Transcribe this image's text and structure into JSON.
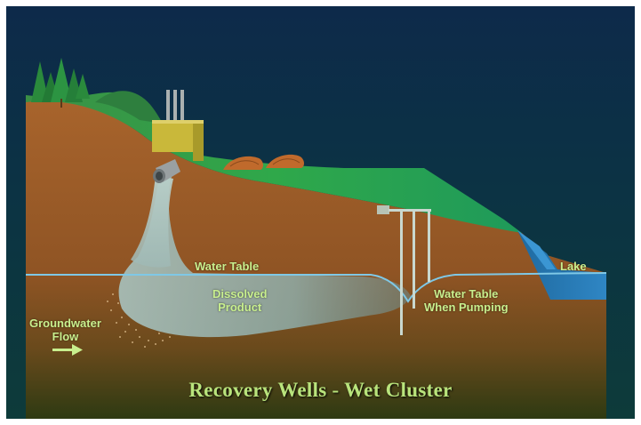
{
  "diagram": {
    "title": "Recovery Wells - Wet Cluster",
    "labels": {
      "water_table": "Water Table",
      "dissolved_product_line1": "Dissolved",
      "dissolved_product_line2": "Product",
      "water_table_pumping_line1": "Water Table",
      "water_table_pumping_line2": "When Pumping",
      "lake": "Lake",
      "groundwater_line1": "Groundwater",
      "groundwater_line2": "Flow"
    },
    "icons": [
      "tree-icon",
      "factory-icon",
      "drain-pipe-icon",
      "recovery-well-icon",
      "flow-arrow-icon"
    ],
    "colors": {
      "label_text": "#c8ef8e",
      "soil": "#a8642c",
      "grass": "#3fa84a",
      "water": "#2c7fb3",
      "plume": "#9fb8b4",
      "sky_top": "#0d2a4a"
    }
  }
}
